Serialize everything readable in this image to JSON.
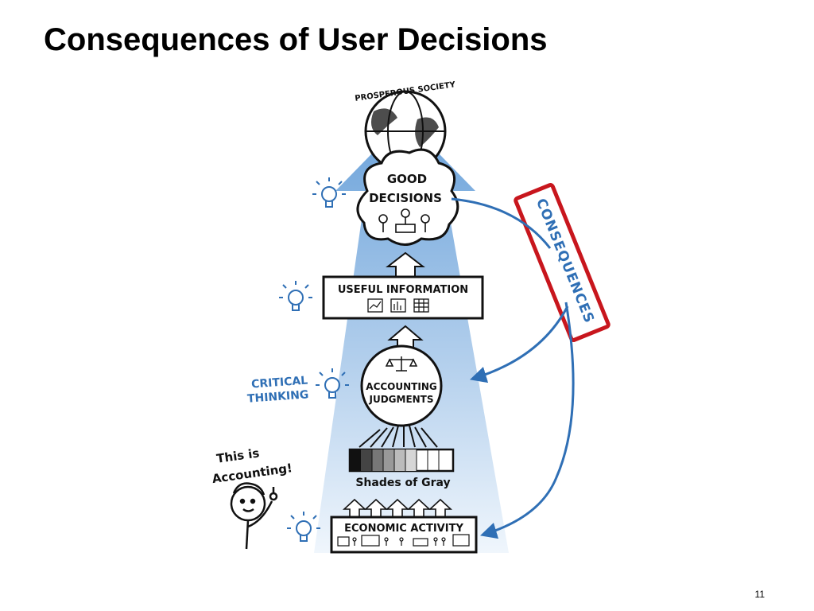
{
  "slide": {
    "title": "Consequences of User Decisions",
    "page_number": "11"
  },
  "diagram": {
    "top_label": "PROSPEROUS SOCIETY",
    "good_decisions_line1": "GOOD",
    "good_decisions_line2": "DECISIONS",
    "useful_information": "USEFUL  INFORMATION",
    "judgments_line1": "ACCOUNTING",
    "judgments_line2": "JUDGMENTS",
    "critical_line1": "CRITICAL",
    "critical_line2": "THINKING",
    "shades_of_gray": "Shades of Gray",
    "economic_activity": "ECONOMIC  ACTIVITY",
    "speech_line1": "This is",
    "speech_line2": "Accounting!",
    "consequences": "CONSEQUENCES"
  },
  "colors": {
    "blue_arrow": "#2f6fb5",
    "red_box": "#c8161d",
    "light_blue": "#a9c9ea"
  }
}
